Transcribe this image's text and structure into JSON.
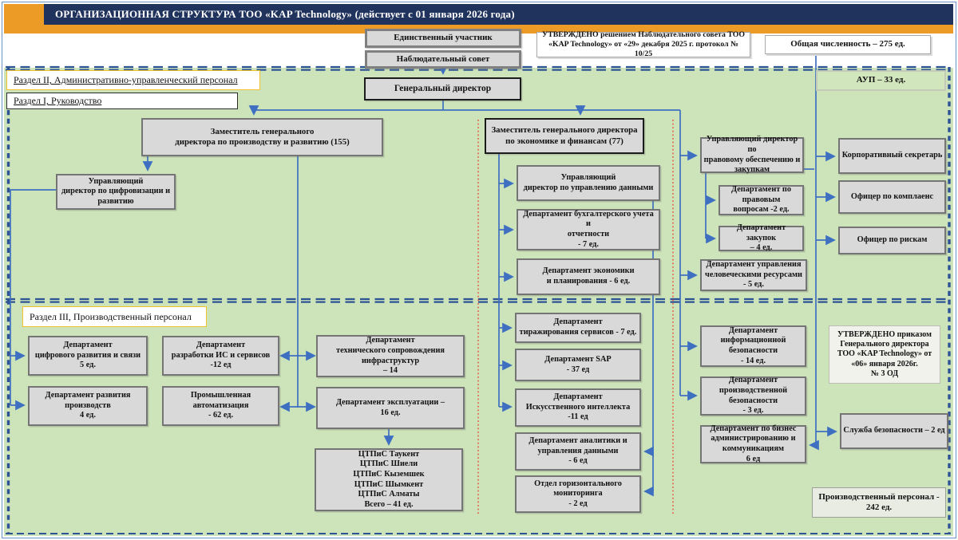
{
  "header": {
    "title": "ОРГАНИЗАЦИОННАЯ СТРУКТУРА ТОО «KAP Technology» (действует с 01 января 2026 года)"
  },
  "sections": {
    "admin_label": "Раздел  II, Административно-управленческий  персонал",
    "leadership_label": "Раздел  I, Руководство",
    "production_label": "Раздел  III, Производственный  персонал"
  },
  "accents": {
    "header_navy": "#20335C",
    "orange": "#EC9C26",
    "panel_green": "#CDE4BA",
    "connector_blue": "#3E6FC0",
    "divider_red": "#F03024",
    "dashed_navy": "#2E5395",
    "label_gold": "#F2C12E"
  },
  "nodes": {
    "sole_participant": "Единственный участник",
    "supervisory_board": "Наблюдательный совет",
    "approved_note": "УТВЕРЖДЕНО решением Наблюдательного совета ТОО\n«KAP Technology» от «29» декабря 2025 г. протокол № 10/25",
    "total_headcount": "Общая численность – 275 ед.",
    "gen_director": "Генеральный директор",
    "aup": "АУП – 33 ед.",
    "deputy_production": "Заместитель генерального\nдиректора по производству и развитию (155)",
    "deputy_economy": "Заместитель генерального директора\nпо экономике и финансам (77)",
    "md_digital": "Управляющий\nдиректор по цифровизации и\nразвитию",
    "md_data": "Управляющий\nдиректор по управлению данными",
    "dept_accounting": "Департамент бухгалтерского учета и\nотчетности\n- 7 ед.",
    "dept_economy": "Департамент экономики\nи планирования - 6 ед.",
    "md_legal": "Управляющий директор по\nправовому обеспечению и\nзакупкам",
    "dept_legal": "Департамент по\nправовым\nвопросам -2 ед.",
    "dept_procurement": "Департамент закупок\n– 4 ед.",
    "dept_hr": "Департамент управления\nчеловеческими ресурсами\n- 5 ед.",
    "corp_secretary": "Корпоративный секретарь",
    "compliance_officer": "Офицер по комплаенс",
    "risk_officer": "Офицер по рискам",
    "dept_digital_dev": "Департамент\nцифрового развития и связи\n5 ед.",
    "dept_is_services": "Департамент\nразработки ИС и сервисов\n-12 ед",
    "dept_tech_support": "Департамент\nтехнического сопровождения\nинфраструктур\n– 14",
    "dept_prod_dev": "Департамент развития\nпроизводств\n4 ед.",
    "industrial_automation": "Промышленная\nавтоматизация\n- 62 ед.",
    "dept_operations": "Департамент  эксплуатации –\n16 ед.",
    "ctpis": "ЦТПиС Таукент\nЦТПиС Шиели\nЦТПиС Кыземшек\nЦТПиС Шымкент\nЦТПиС Алматы\nВсего – 41 ед.",
    "dept_services_replication": "Департамент\nтиражирования сервисов - 7 ед.",
    "dept_sap": "Департамент SAP\n- 37 ед",
    "dept_ai": "Департамент\nИскусственного интеллекта\n-11 ед",
    "dept_analytics": "Департамент аналитики и\nуправления данными\n- 6 ед",
    "dept_monitoring": "Отдел горизонтального\nмониторинга\n- 2 ед",
    "dept_infosec": "Департамент\nинформационной\nбезопасности\n- 14 ед.",
    "dept_prodsec": "Департамент\nпроизводственной\nбезопасности\n- 3 ед.",
    "dept_bizadmin": "Департамент по бизнес\nадминистрированию и\nкоммуникациям\n6 ед",
    "approved_order": "УТВЕРЖДЕНО приказом\nГенерального директора\nТОО «KAP Technology» от\n«06» января 2026г.\n№ 3 ОД",
    "security_service": "Служба безопасности – 2 ед",
    "production_total": "Производственный персонал  -\n242 ед."
  }
}
